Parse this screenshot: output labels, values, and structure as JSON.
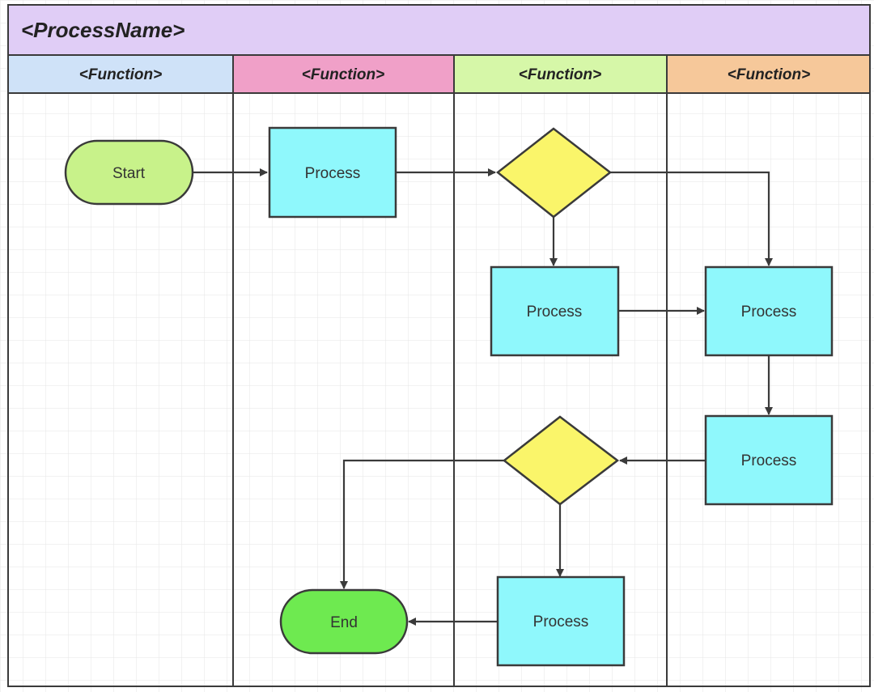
{
  "title": "<ProcessName>",
  "colors": {
    "title_bg": "#e0cdf6",
    "lane_headers": [
      "#cfe2f8",
      "#f0a0c8",
      "#d6f7a8",
      "#f6c89a"
    ],
    "terminal_start": "#c8f28a",
    "terminal_end": "#6eea50",
    "process": "#8ff8fc",
    "decision": "#faf56a",
    "grid": "#e6e6e6",
    "border": "#3a3a3a"
  },
  "lanes": [
    {
      "label": "<Function>"
    },
    {
      "label": "<Function>"
    },
    {
      "label": "<Function>"
    },
    {
      "label": "<Function>"
    }
  ],
  "nodes": [
    {
      "id": "start",
      "type": "terminal",
      "lane": 0,
      "label": "Start"
    },
    {
      "id": "p1",
      "type": "process",
      "lane": 1,
      "label": "Process"
    },
    {
      "id": "d1",
      "type": "decision",
      "lane": 2,
      "label": ""
    },
    {
      "id": "p2",
      "type": "process",
      "lane": 2,
      "label": "Process"
    },
    {
      "id": "p3",
      "type": "process",
      "lane": 3,
      "label": "Process"
    },
    {
      "id": "p4",
      "type": "process",
      "lane": 3,
      "label": "Process"
    },
    {
      "id": "d2",
      "type": "decision",
      "lane": 2,
      "label": ""
    },
    {
      "id": "p5",
      "type": "process",
      "lane": 2,
      "label": "Process"
    },
    {
      "id": "end",
      "type": "terminal",
      "lane": 1,
      "label": "End"
    }
  ],
  "edges": [
    {
      "from": "start",
      "to": "p1"
    },
    {
      "from": "p1",
      "to": "d1"
    },
    {
      "from": "d1",
      "to": "p2"
    },
    {
      "from": "d1",
      "to": "p3"
    },
    {
      "from": "p2",
      "to": "p3"
    },
    {
      "from": "p3",
      "to": "p4"
    },
    {
      "from": "p4",
      "to": "d2"
    },
    {
      "from": "d2",
      "to": "end"
    },
    {
      "from": "d2",
      "to": "p5"
    },
    {
      "from": "p5",
      "to": "end"
    }
  ]
}
